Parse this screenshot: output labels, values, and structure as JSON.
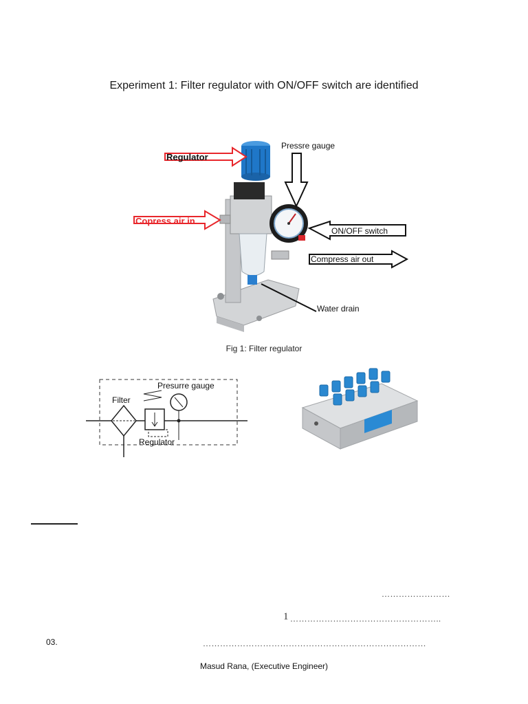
{
  "document": {
    "title": "Experiment 1: Filter regulator with ON/OFF switch are identified",
    "figure1": {
      "caption": "Fig 1: Filter regulator",
      "labels": {
        "regulator": "Regulator",
        "pressure_gauge": "Pressre gauge",
        "compress_air_in": "Copress air in",
        "on_off_switch": "ON/OFF switch",
        "compress_air_out": "Compress air out",
        "water_drain": "Water drain"
      }
    },
    "schematic": {
      "filter": "Filter",
      "pressure_gauge": "Presurre gauge",
      "regulator": "Regulator"
    },
    "dots_line_1": "……………………",
    "line_2_prefix": "1",
    "dots_line_2": "……………………………………………..",
    "item_number": "03.",
    "dots_line_3": "……………………………………………………………………",
    "footer": "Masud Rana, (Executive Engineer)"
  },
  "colors": {
    "accent_red": "#e8262b",
    "cap_blue": "#1f77c8",
    "body_grey": "#c8cacc"
  }
}
